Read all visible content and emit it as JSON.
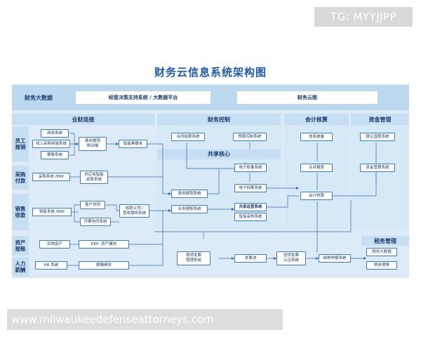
{
  "watermark_top": "TG: MYYJJPP",
  "watermark_bottom": "www.milwaukeedefenseattorneys.com",
  "title": "财务云信息系统架构图",
  "top_band": {
    "label": "财务大数据",
    "platform": "经营决策支持系统 / 大数据平台",
    "cloud": "财务云图"
  },
  "sections": {
    "business": "业财连接",
    "control": "财务控制",
    "shared": "共享核心",
    "accounting": "会计核算",
    "treasury": "资金管理",
    "tax": "税务管理"
  },
  "row_labels": {
    "staff": "员工\n报销",
    "procure": "采购\n付款",
    "sales": "销售\n收款",
    "asset": "资产\n报账",
    "hr": "人力\n薪酬"
  },
  "boxes": {
    "travel": "商旅系统",
    "online_mall": "线上采购商城系统",
    "ticket": "票联系统",
    "expense_mobile": "费用报销\n移动端",
    "smart_docs": "智能票据夹",
    "proc_erp": "采购系统 /ERP",
    "supplier": "供应商智能\n结算系统",
    "sales_erp": "销售系统 /ERP",
    "customer": "客户协同",
    "invoicing": "开票协同系统",
    "receivable": "收款认领 /\n营收稽核系统",
    "physical_asset": "实物资产",
    "erp_asset": "ERP- 资产模块",
    "hr_sys": "HR 系统",
    "salary": "薪酬绩效",
    "contract": "合同结算系统",
    "budget": "预算控制系统",
    "expense_sys": "费用报销系统",
    "business_report": "业务报账系统",
    "image_sys": "电子影像系统",
    "archive_sys": "电子档案系统",
    "shared_ops": "共享运营系统",
    "smart_audit": "智能审核系统",
    "info_disclosure": "信息披露",
    "consolidated": "合并报表",
    "acct_core": "会计核算",
    "bank_direct": "银企直联系统",
    "fund_mgmt": "资金管理系统",
    "input_invoice": "销项发票\n管理系统",
    "invoice_pool": "发票池",
    "input_verify": "进项发票\n认证系统",
    "tax_filing": "纳税申报系统",
    "tax_bigdata": "税务大数据",
    "tax_alert": "税务预警"
  },
  "colors": {
    "outer": "#dcebf7",
    "band": "#bcd9f0",
    "section": "#c6dff2",
    "box_border": "#3d7cc2",
    "link": "#2f6bb3",
    "title": "#1f5aa6"
  }
}
